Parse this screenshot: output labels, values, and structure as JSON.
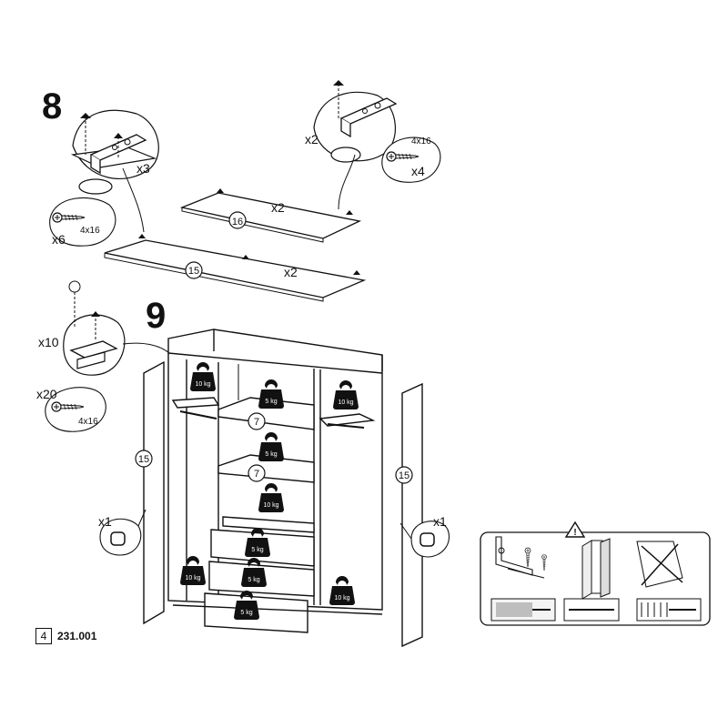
{
  "steps": [
    {
      "number": "8"
    },
    {
      "number": "9"
    }
  ],
  "step8": {
    "hinge_left_qty": "x3",
    "screw_left_qty": "x6",
    "screw_left_size": "4x16",
    "hinge_right_qty": "x2",
    "screw_right_qty": "x4",
    "screw_right_size": "4x16",
    "panel_top_id": "16",
    "panel_top_qty": "x2",
    "panel_bottom_id": "15",
    "panel_bottom_qty": "x2"
  },
  "step9": {
    "hinge_qty": "x10",
    "screw_qty": "x20",
    "screw_size": "4x16",
    "left_door_id": "15",
    "right_door_id": "15",
    "shelf_id_1": "7",
    "shelf_id_2": "7",
    "handle_left_qty": "x1",
    "handle_right_qty": "x1",
    "weights": [
      "10 kg",
      "5 kg",
      "10 kg",
      "5 kg",
      "10 kg",
      "5 kg",
      "5 kg",
      "5 kg",
      "10 kg",
      "10 kg"
    ]
  },
  "footer": {
    "page": "4",
    "code": "231.001"
  }
}
